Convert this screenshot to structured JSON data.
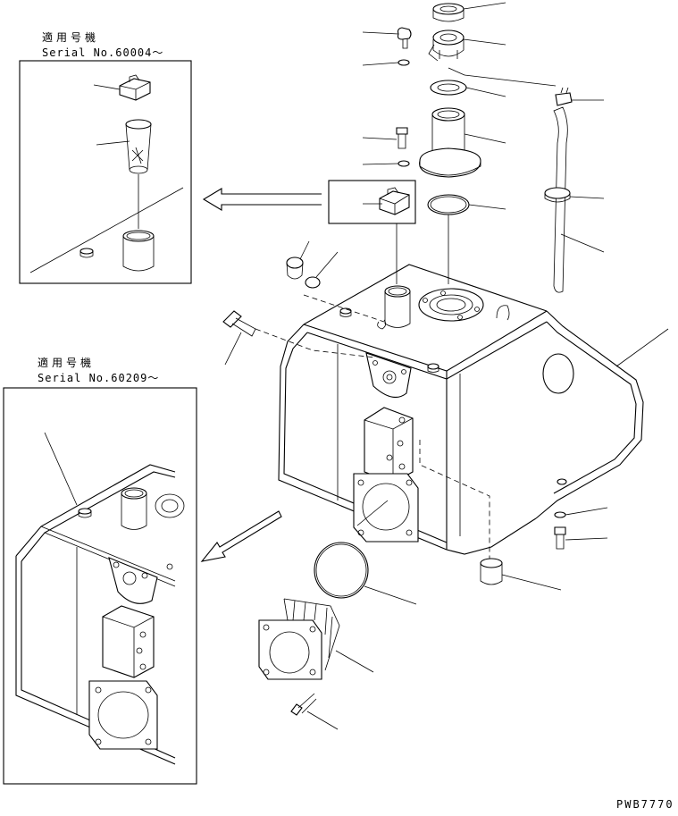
{
  "diagram": {
    "inset_top": {
      "applicability": "適用号機",
      "serial": "Serial No.60004～"
    },
    "inset_bottom": {
      "applicability": "適用号機",
      "serial": "Serial No.60209～"
    },
    "drawing_code": "PWB7770"
  }
}
